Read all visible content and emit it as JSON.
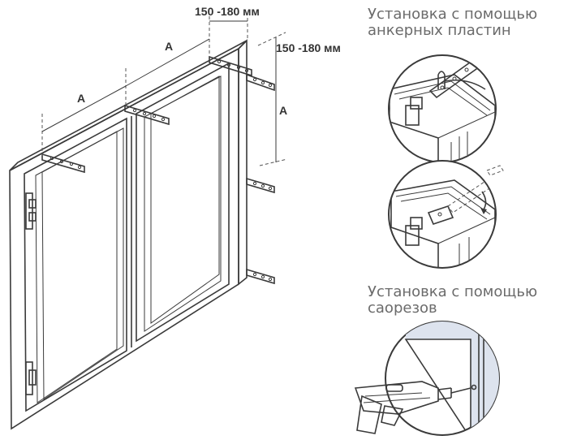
{
  "dimensions": {
    "top_gap": "150 -180 мм",
    "side_gap": "150 -180 мм",
    "spacing_label_1": "A",
    "spacing_label_2": "A",
    "spacing_label_3": "A"
  },
  "captions": {
    "anchor_title_line1": "Установка с помощью",
    "anchor_title_line2": "анкерных пластин",
    "screw_title_line1": "Установка с помощью",
    "screw_title_line2": "саорезов"
  },
  "colors": {
    "line": "#3a3a3a",
    "caption": "#6b6b6b",
    "label": "#333333",
    "wall": "#dde3ee"
  }
}
